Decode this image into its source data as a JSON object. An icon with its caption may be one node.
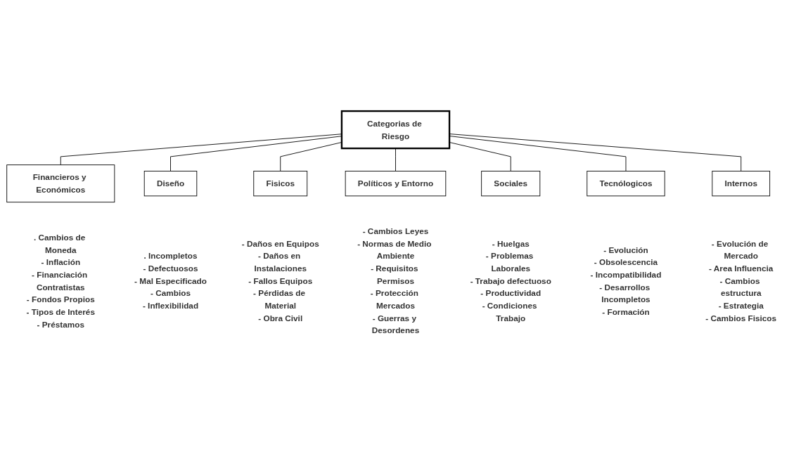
{
  "diagram": {
    "nodes": [
      {
        "text": [
          "Categorias de Riesgo"
        ]
      },
      {
        "text": [
          "Financieros y Económicos"
        ],
        "beside": [
          ". Cambios de Moneda",
          "- Inflación",
          "- Financiación Contratistas",
          "- Fondos Propios",
          "- Tipos de Interés",
          "- Préstamos"
        ]
      },
      {
        "text": [
          "Diseño"
        ],
        "beside": [
          ". Incompletos",
          "- Defectuosos",
          "- Mal Especificado",
          "- Cambios",
          "- Inflexibilidad"
        ]
      },
      {
        "text": [
          "Fisicos"
        ],
        "beside": [
          "- Daños en Equipos",
          "- Daños en Instalaciones",
          "- Fallos Equipos",
          "- Pérdidas de Material",
          "- Obra Civil"
        ]
      },
      {
        "text": [
          "Políticos y Entorno"
        ],
        "beside": [
          "- Cambios Leyes",
          "- Normas de Medio Ambiente",
          "- Requisitos Permisos",
          "- Protección Mercados",
          "- Guerras y Desordenes"
        ]
      },
      {
        "text": [
          "Sociales"
        ],
        "beside": [
          "- Huelgas",
          "- Problemas Laborales",
          "- Trabajo defectuoso",
          "- Productividad",
          "- Condiciones Trabajo"
        ]
      },
      {
        "text": [
          "Tecnólogicos"
        ],
        "beside": [
          "- Evolución",
          "- Obsolescencia",
          "- Incompatibilidad",
          "- Desarrollos Incompletos",
          "- Formación"
        ]
      },
      {
        "text": [
          "Internos"
        ],
        "beside": [
          "- Evolución de Mercado",
          "- Area Influencia",
          "- Cambios estructura",
          "- Estrategia",
          "- Cambios Fisicos"
        ]
      }
    ],
    "edges": [
      {
        "from": 0,
        "to": 1,
        "arrow": "none"
      },
      {
        "from": 0,
        "to": 2,
        "arrow": "none"
      },
      {
        "from": 0,
        "to": 3,
        "arrow": "none"
      },
      {
        "from": 0,
        "to": 4,
        "arrow": "none"
      },
      {
        "from": 0,
        "to": 5,
        "arrow": "none"
      },
      {
        "from": 0,
        "to": 6,
        "arrow": "none"
      },
      {
        "from": 0,
        "to": 7,
        "arrow": "none"
      }
    ]
  }
}
